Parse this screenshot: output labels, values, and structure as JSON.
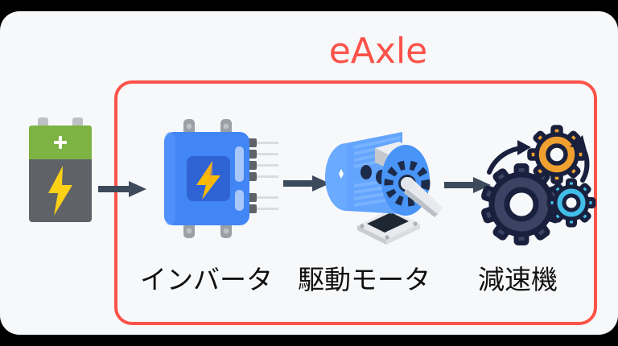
{
  "diagram": {
    "title": "eAxle",
    "background_color": "#f7f8fa",
    "accent_color": "#fb5249",
    "canvas_border_color": "#000000",
    "nodes": [
      {
        "id": "battery",
        "icon": "battery-icon",
        "label": "",
        "inside_eaxle": false,
        "colors": {
          "top": "#7cb342",
          "body": "#5f6368",
          "bolt": "#fcd116",
          "terminal": "#bdc1c6"
        }
      },
      {
        "id": "inverter",
        "icon": "inverter-icon",
        "label": "インバータ",
        "inside_eaxle": true,
        "colors": {
          "case": "#4285f4",
          "panel": "#2f63d4",
          "bolt": "#fbbc05",
          "screw": "#9aa0a6"
        }
      },
      {
        "id": "motor",
        "icon": "electric-motor-icon",
        "label": "駆動モータ",
        "inside_eaxle": true,
        "colors": {
          "body": "#4d9bff",
          "body_light": "#7bb6ff",
          "body_dark": "#3d7fe0",
          "terminal_box": "#e4e6ea",
          "base": "#dadce0",
          "vents": "#1d2b4a"
        }
      },
      {
        "id": "reducer",
        "icon": "gears-icon",
        "label": "減速機",
        "inside_eaxle": true,
        "colors": {
          "gear_large": "#3a4363",
          "gear_outline": "#19203d",
          "gear_orange": "#f0a030",
          "gear_cyan": "#41bde8",
          "arrow": "#19203d"
        }
      }
    ],
    "connectors": [
      {
        "id": "arrow-battery-inverter",
        "from": "battery",
        "to": "inverter",
        "style": "straight-arrow",
        "color": "#3d4a5c"
      },
      {
        "id": "arrow-inverter-motor",
        "from": "inverter",
        "to": "motor",
        "style": "straight-arrow",
        "color": "#3d4a5c"
      },
      {
        "id": "arrow-motor-reducer",
        "from": "motor",
        "to": "reducer",
        "style": "straight-arrow",
        "color": "#3d4a5c"
      }
    ],
    "group": {
      "id": "eaxle-group",
      "label": "eAxle",
      "members": [
        "inverter",
        "motor",
        "reducer"
      ],
      "border_color": "#fb5249"
    }
  }
}
